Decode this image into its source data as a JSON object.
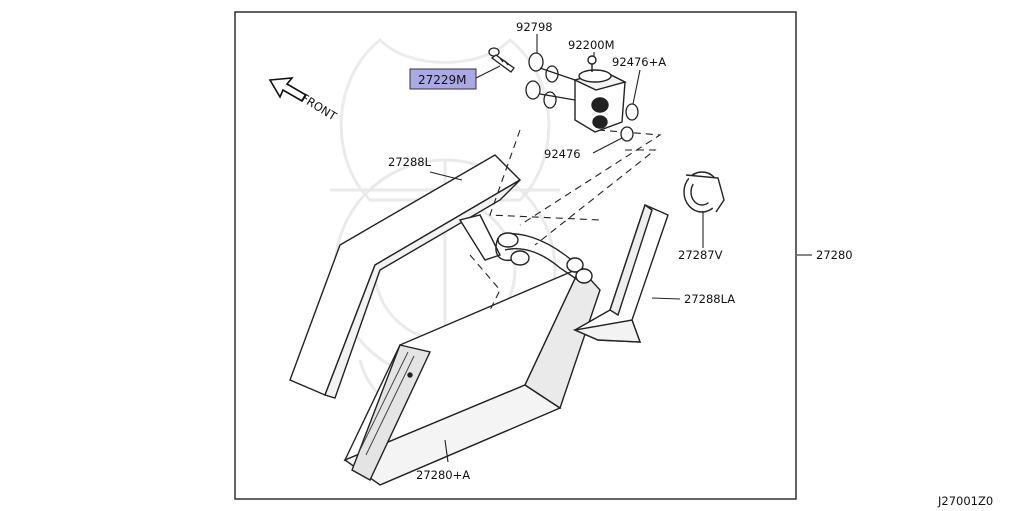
{
  "diagram": {
    "code": "J27001Z0",
    "front_label": "FRONT",
    "highlight_color": "#a9a9e6",
    "callouts": {
      "valve_bolt": "27229M",
      "o_ring_top": "92798",
      "expansion_valve": "92200M",
      "o_ring_right": "92476+A",
      "o_ring_lower": "92476",
      "seal_left": "27288L",
      "clip": "27287V",
      "seal_right": "27288LA",
      "evaporator_core": "27280+A",
      "evaporator_assembly": "27280"
    }
  }
}
